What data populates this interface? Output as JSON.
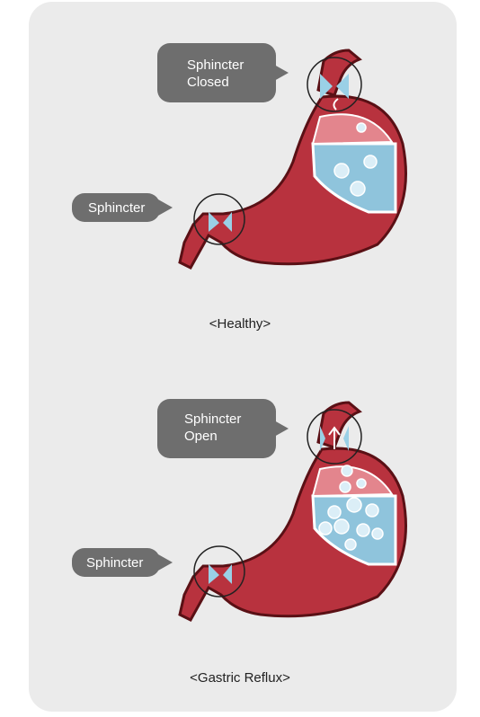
{
  "colors": {
    "panel": "#ebebeb",
    "bubble": "#6e6e6e",
    "stomach": "#b8323e",
    "stomach_dark": "#5a1015",
    "stomach_light": "#f2a8ae",
    "fluid": "#8fc4dc",
    "sphincter": "#9ad0e6"
  },
  "healthy": {
    "callout_top_line1": "Sphincter",
    "callout_top_line2": "Closed",
    "callout_bottom": "Sphincter",
    "caption": "<Healthy>"
  },
  "reflux": {
    "callout_top_line1": "Sphincter",
    "callout_top_line2": "Open",
    "callout_bottom": "Sphincter",
    "caption": "<Gastric Reflux>"
  }
}
